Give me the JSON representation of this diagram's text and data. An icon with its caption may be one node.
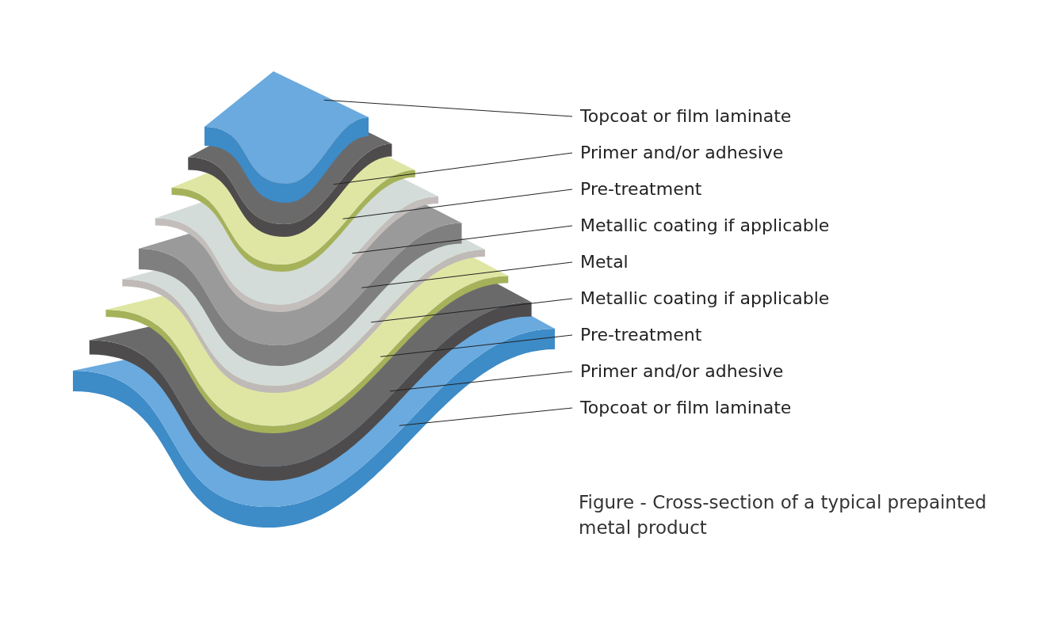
{
  "diagram": {
    "caption": "Figure -  Cross-section of a typical prepainted metal product",
    "nodes": [
      {
        "text": [
          "Topcoat or film laminate"
        ]
      },
      {
        "text": [
          "Primer and/or adhesive"
        ]
      },
      {
        "text": [
          "Pre-treatment"
        ]
      },
      {
        "text": [
          "Metallic coating if applicable"
        ]
      },
      {
        "text": [
          "Metal"
        ]
      },
      {
        "text": [
          "Metallic coating if applicable"
        ]
      },
      {
        "text": [
          "Pre-treatment"
        ]
      },
      {
        "text": [
          "Primer and/or adhesive"
        ]
      },
      {
        "text": [
          "Topcoat or film laminate"
        ]
      }
    ],
    "edges": [
      {
        "from": 0,
        "to": null,
        "arrow": "none"
      },
      {
        "from": 1,
        "to": null,
        "arrow": "none"
      },
      {
        "from": 2,
        "to": null,
        "arrow": "none"
      },
      {
        "from": 3,
        "to": null,
        "arrow": "none"
      },
      {
        "from": 4,
        "to": null,
        "arrow": "none"
      },
      {
        "from": 5,
        "to": null,
        "arrow": "none"
      },
      {
        "from": 6,
        "to": null,
        "arrow": "none"
      },
      {
        "from": 7,
        "to": null,
        "arrow": "none"
      },
      {
        "from": 8,
        "to": null,
        "arrow": "none"
      }
    ]
  }
}
